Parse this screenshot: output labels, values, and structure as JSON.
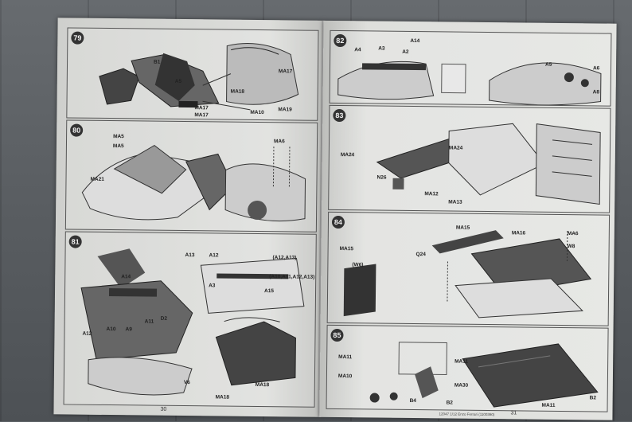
{
  "booklet": {
    "left_page": {
      "page_number": "30",
      "steps": [
        {
          "number": "79",
          "labels": [
            "MA17",
            "MA18",
            "MA17",
            "MA19",
            "MA17",
            "B1",
            "MA10",
            "A5"
          ]
        },
        {
          "number": "80",
          "labels": [
            "MA5",
            "MA5",
            "MA21",
            "MA6"
          ]
        },
        {
          "number": "81",
          "labels": [
            "A14",
            "A10",
            "A9",
            "A12",
            "A11",
            "A13",
            "A12",
            "(A12,A13)",
            "(A10,A11,A12,A13)",
            "A15",
            "D2",
            "A3",
            "MA18",
            "MA18",
            "V6"
          ]
        }
      ]
    },
    "right_page": {
      "page_number": "31",
      "footer": "12047  1/12 Enzo Ferrari (1100360)",
      "steps": [
        {
          "number": "82",
          "labels": [
            "A14",
            "A4",
            "A3",
            "A2",
            "A5",
            "A6",
            "A8"
          ]
        },
        {
          "number": "83",
          "labels": [
            "MA24",
            "MA24",
            "N26",
            "MA12",
            "MA13"
          ]
        },
        {
          "number": "84",
          "labels": [
            "MA15",
            "MA16",
            "MA15",
            "MA6",
            "(W6)",
            "Q24",
            "W8"
          ]
        },
        {
          "number": "85",
          "labels": [
            "MA11",
            "MA10",
            "MA11",
            "MA30",
            "MA11",
            "B2",
            "B2",
            "B4"
          ]
        }
      ]
    }
  }
}
